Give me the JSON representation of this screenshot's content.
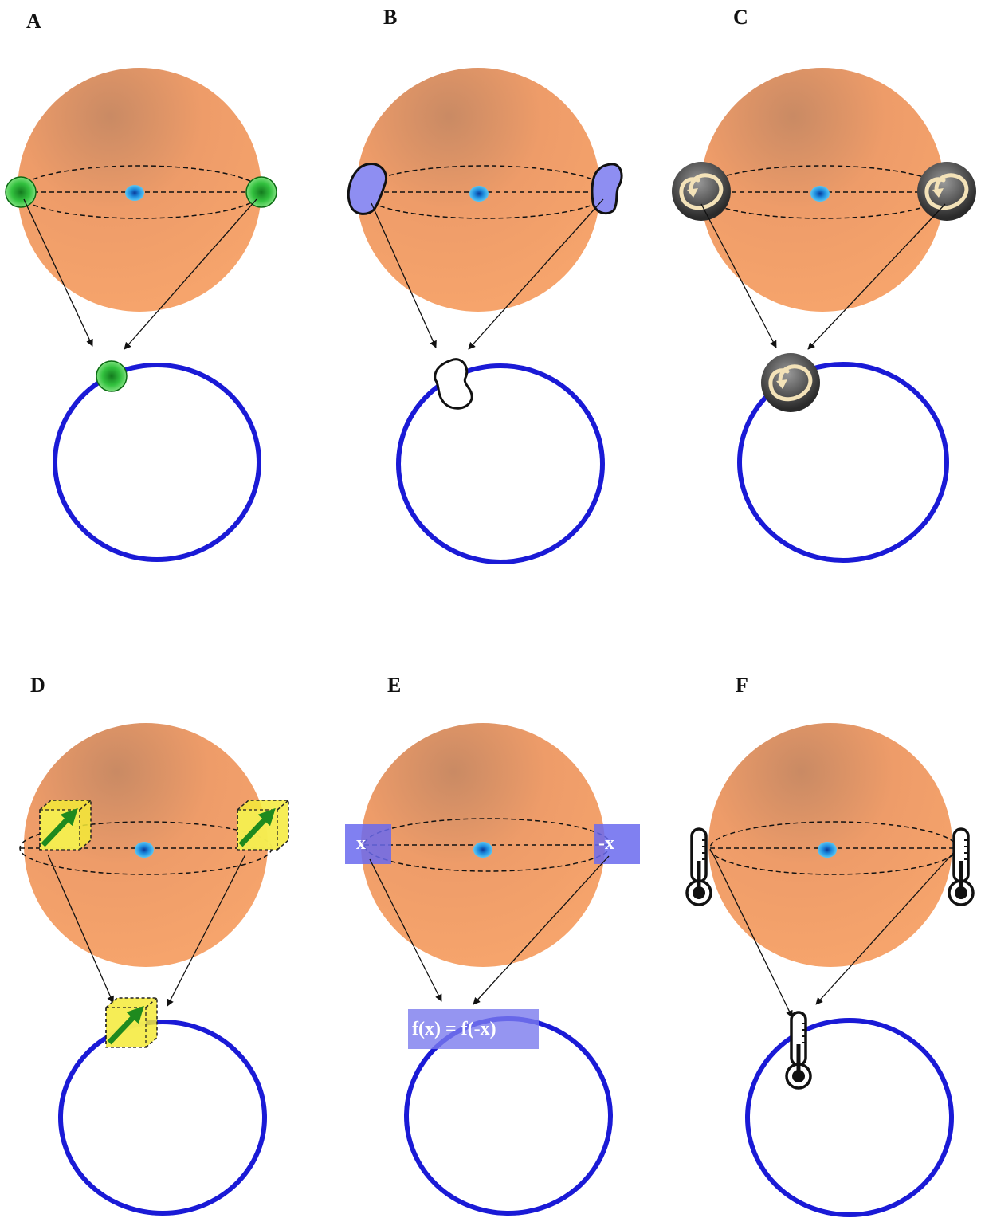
{
  "panels": {
    "a": {
      "label": "A",
      "marker": "green-sphere"
    },
    "b": {
      "label": "B",
      "marker": "purple-blob"
    },
    "c": {
      "label": "C",
      "marker": "rotation-sphere-icon"
    },
    "d": {
      "label": "D",
      "marker": "yellow-cube-with-arrow"
    },
    "e": {
      "label": "E",
      "marker": "labeled-box",
      "left_text": "x",
      "right_text": "-x",
      "result_text": "f(x) = f(-x)"
    },
    "f": {
      "label": "F",
      "marker": "thermometer-icon"
    }
  },
  "colors": {
    "sphere_light": "#f4a46f",
    "sphere_dark": "#c9875f",
    "center_dot": "#2aa6e8",
    "circle_stroke": "#1a1ad6",
    "green": "#3fcf4a",
    "purple": "#8e8ef2",
    "cube_yellow": "#f2e83a",
    "arrow_green": "#1e8a1e",
    "box_blue": "#7a7aee"
  }
}
